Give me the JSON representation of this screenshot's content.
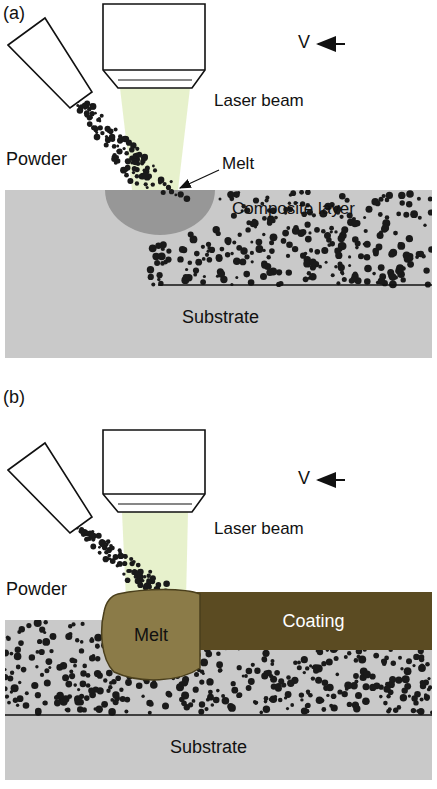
{
  "diagram": {
    "nodes": [
      {
        "text": [
          "Coating"
        ]
      },
      {
        "text": [
          "Melt"
        ]
      }
    ],
    "labels": [
      "(a)",
      "V",
      "Laser beam",
      "Powder",
      "Melt",
      "Composite layer",
      "Substrate",
      "(b)",
      "V",
      "Laser beam",
      "Powder",
      "Substrate"
    ]
  }
}
